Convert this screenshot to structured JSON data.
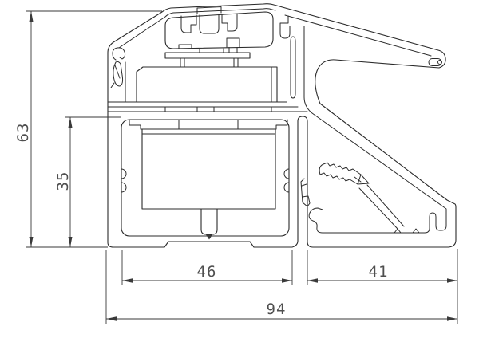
{
  "drawing": {
    "type": "technical-cross-section",
    "subject": "aluminum-extrusion-profile",
    "dimensions": {
      "overall_height": {
        "value": "63",
        "orientation": "vertical"
      },
      "chamber_height": {
        "value": "35",
        "orientation": "vertical"
      },
      "chamber_width": {
        "value": "46",
        "orientation": "horizontal"
      },
      "bracket_width": {
        "value": "41",
        "orientation": "horizontal"
      },
      "overall_width": {
        "value": "94",
        "orientation": "horizontal"
      }
    }
  },
  "style": {
    "background": "#ffffff",
    "line_color": "#2b2b2b",
    "dim_line_color": "#3a3a3a",
    "text_color": "#4f4f4f"
  }
}
